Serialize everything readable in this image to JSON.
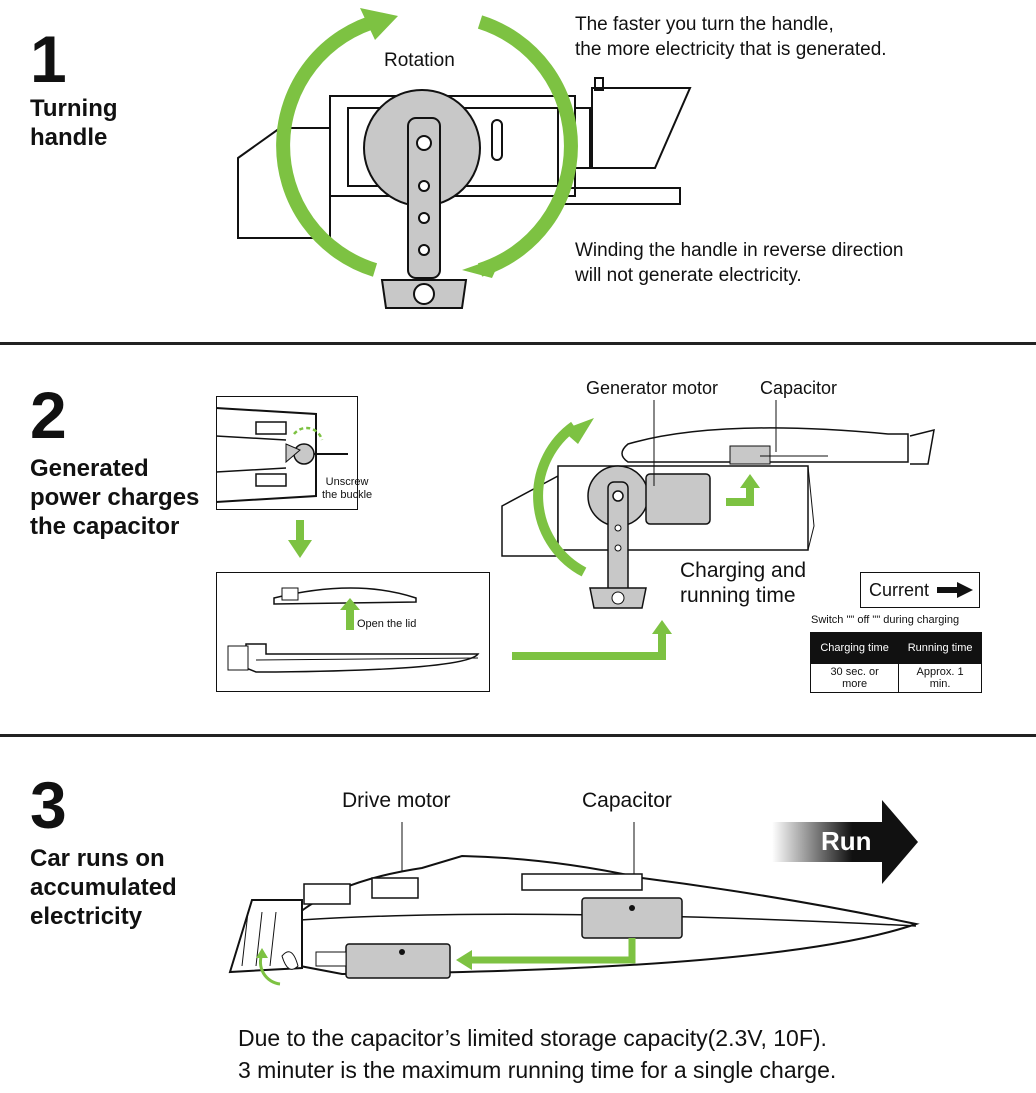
{
  "step1": {
    "number": "1",
    "heading": [
      "Turning",
      "handle"
    ],
    "rotation_label": "Rotation",
    "note_top": [
      "The faster you turn the handle,",
      "the more electricity that is generated."
    ],
    "note_bottom": [
      "Winding the handle in reverse direction",
      "will not generate electricity."
    ]
  },
  "step2": {
    "number": "2",
    "heading": [
      "Generated",
      "power charges",
      "the capacitor"
    ],
    "unscrew_label": [
      "Unscrew",
      "the buckle"
    ],
    "open_lid_label": "Open the lid",
    "generator_motor_label": "Generator motor",
    "capacitor_label": "Capacitor",
    "charging_title": [
      "Charging and",
      "running time"
    ],
    "current_label": "Current",
    "switch_note": "Switch \"\" off \"\" during charging",
    "table": {
      "headers": [
        "Charging time",
        "Running time"
      ],
      "row": [
        "30 sec. or more",
        "Approx. 1 min."
      ]
    }
  },
  "step3": {
    "number": "3",
    "heading": [
      "Car runs on",
      "accumulated",
      "electricity"
    ],
    "drive_motor_label": "Drive motor",
    "capacitor_label": "Capacitor",
    "run_label": "Run",
    "footer": [
      "Due to the capacitor’s limited storage capacity(2.3V, 10F).",
      "3 minuter is the maximum running time for a single charge."
    ]
  },
  "colors": {
    "accent_green": "#7dc242",
    "divider": "#222222",
    "component_gray": "#c8c8c8"
  }
}
